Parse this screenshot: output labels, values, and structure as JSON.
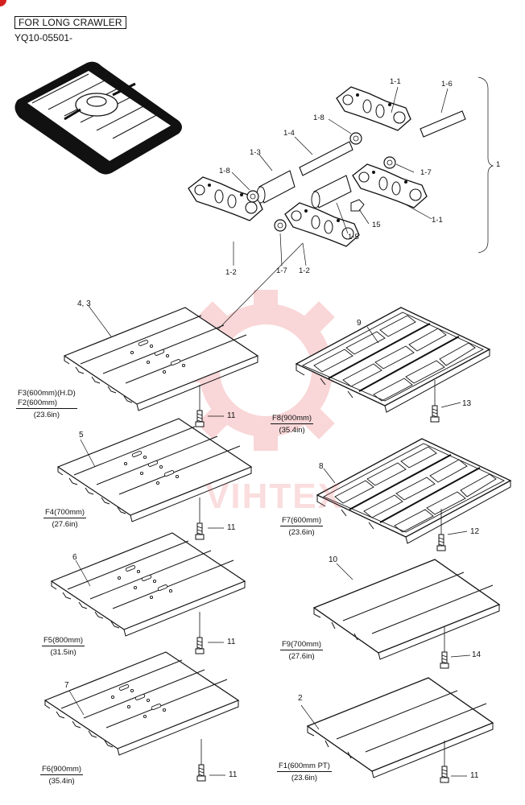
{
  "header": {
    "title": "FOR LONG CRAWLER",
    "serial": "YQ10-05501-"
  },
  "watermark": {
    "text": "VIHTEX",
    "color": "#e8474c"
  },
  "link_labels": {
    "p1_1a": "1-1",
    "p1_6": "1-6",
    "p1_8a": "1-8",
    "p1_4": "1-4",
    "p1_3": "1-3",
    "p1_8b": "1-8",
    "p1_7a": "1-7",
    "p1_bracket": "1",
    "p1_1b": "1-1",
    "p15": "15",
    "p1_5": "1-5",
    "p1_2a": "1-2",
    "p1_7b": "1-7",
    "p1_2b": "1-2"
  },
  "shoes": [
    {
      "ref": "4, 3",
      "caption": "F3(600mm)(H.D)\nF2(600mm)",
      "size": "(23.6in)",
      "bolt": "11"
    },
    {
      "ref": "9",
      "caption": "F8(900mm)",
      "size": "(35.4in)",
      "bolt": "13"
    },
    {
      "ref": "5",
      "caption": "F4(700mm)",
      "size": "(27.6in)",
      "bolt": "11"
    },
    {
      "ref": "8",
      "caption": "F7(600mm)",
      "size": "(23.6in)",
      "bolt": "12"
    },
    {
      "ref": "6",
      "caption": "F5(800mm)",
      "size": "(31.5in)",
      "bolt": "11"
    },
    {
      "ref": "10",
      "caption": "F9(700mm)",
      "size": "(27.6in)",
      "bolt": "14"
    },
    {
      "ref": "7",
      "caption": "F6(900mm)",
      "size": "(35.4in)",
      "bolt": "11"
    },
    {
      "ref": "2",
      "caption": "F1(600mm PT)",
      "size": "(23.6in)",
      "bolt": "11"
    }
  ]
}
